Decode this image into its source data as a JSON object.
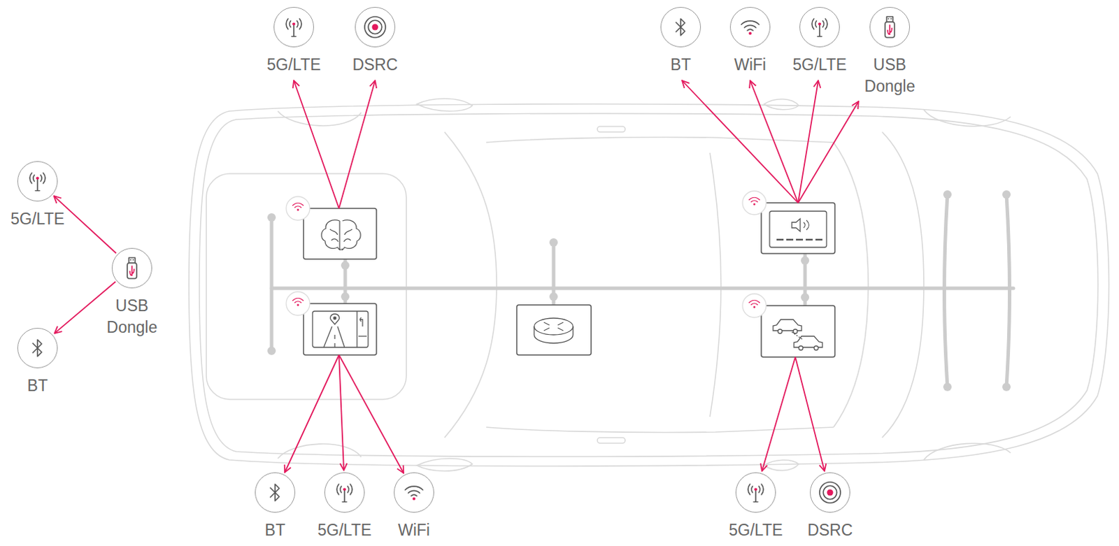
{
  "diagram": {
    "nodes": [
      {
        "text": [
          "5G/LTE"
        ]
      },
      {
        "text": [
          "DSRC"
        ]
      },
      {
        "text": [
          "BT"
        ]
      },
      {
        "text": [
          "WiFi"
        ]
      },
      {
        "text": [
          "5G/LTE"
        ]
      },
      {
        "text": [
          "USB Dongle"
        ]
      },
      {
        "text": [
          "5G/LTE"
        ]
      },
      {
        "text": [
          "USB Dongle"
        ]
      },
      {
        "text": [
          "BT"
        ]
      },
      {
        "text": [
          "BT"
        ]
      },
      {
        "text": [
          "5G/LTE"
        ]
      },
      {
        "text": [
          "WiFi"
        ]
      },
      {
        "text": [
          "5G/LTE"
        ]
      },
      {
        "text": [
          "DSRC"
        ]
      }
    ],
    "edges": [
      {
        "from": 7,
        "to": 6,
        "arrow": "to"
      },
      {
        "from": 7,
        "to": 8,
        "arrow": "to"
      }
    ]
  }
}
